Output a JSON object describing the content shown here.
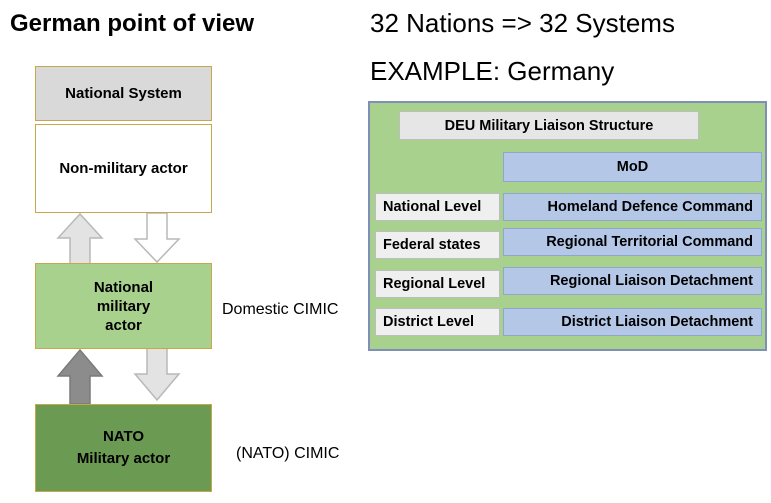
{
  "title": "German point of view",
  "headline1": "32 Nations    =>   32 Systems",
  "headline2": "EXAMPLE:   Germany",
  "left": {
    "national_system": "National System",
    "non_military": "Non-military actor",
    "national_military": "National\nmilitary\nactor",
    "nato_military": "NATO\nMilitary actor",
    "domestic_label": "Domestic CIMIC",
    "nato_label": "(NATO) CIMIC"
  },
  "structure": {
    "header": "DEU Military Liaison Structure",
    "mod": "MoD",
    "rows": [
      {
        "level": "National Level",
        "command": "Homeland Defence Command"
      },
      {
        "level": "Federal states",
        "command": "Regional Territorial Command"
      },
      {
        "level": "Regional Level",
        "command": "Regional Liaison Detachment"
      },
      {
        "level": "District Level",
        "command": "District Liaison Detachment"
      }
    ]
  },
  "colors": {
    "national_system_fill": "#d9d9d9",
    "national_military_fill": "#a9d18e",
    "nato_fill": "#6b9a52",
    "panel_fill": "#a9d18e",
    "command_fill": "#b4c7e7"
  }
}
